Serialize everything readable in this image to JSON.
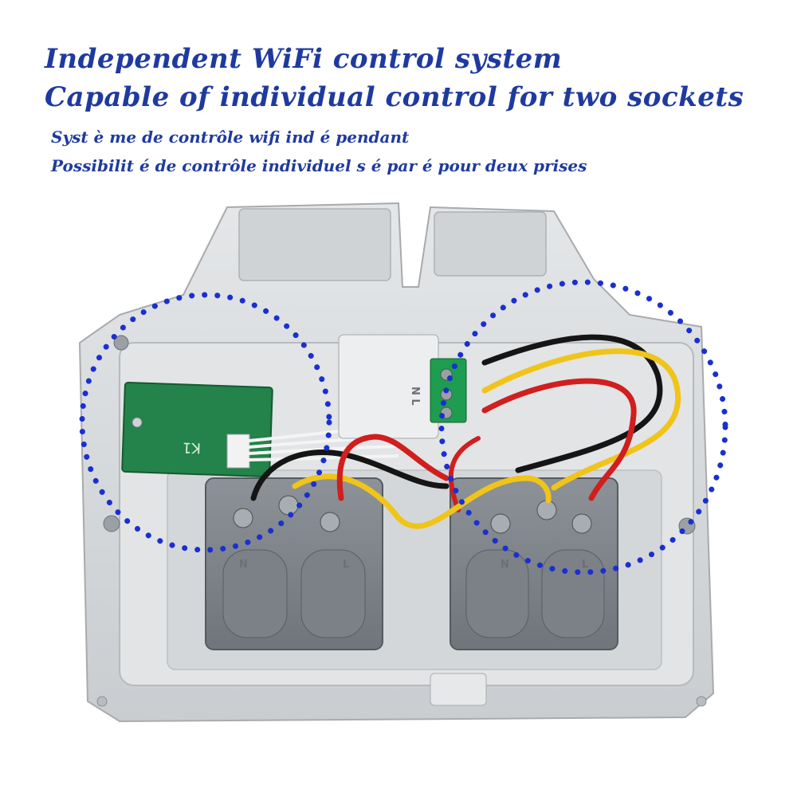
{
  "headline": {
    "line1": "Independent  WiFi control system",
    "line2": "Capable of individual control for two sockets"
  },
  "french": {
    "line1": "Syst è me de contrôle wifi ind é pendant",
    "line2": "Possibilit é  de contrôle individuel s é par é  pour deux prises"
  },
  "photo": {
    "board_label": "K1",
    "socket_left": {
      "neutral": "N",
      "live": "L"
    },
    "socket_right": {
      "neutral": "N",
      "live": "L"
    },
    "terminal_label": "N  L"
  },
  "colors": {
    "text_blue": "#1f3a9f",
    "dots_blue": "#1a2fd0",
    "housing_grey": "#d9dcdf",
    "socket_grey": "#7e8489",
    "pcb_green": "#23834a",
    "wire_red": "#d11e1e",
    "wire_yellow": "#f0c419",
    "wire_black": "#151515"
  }
}
